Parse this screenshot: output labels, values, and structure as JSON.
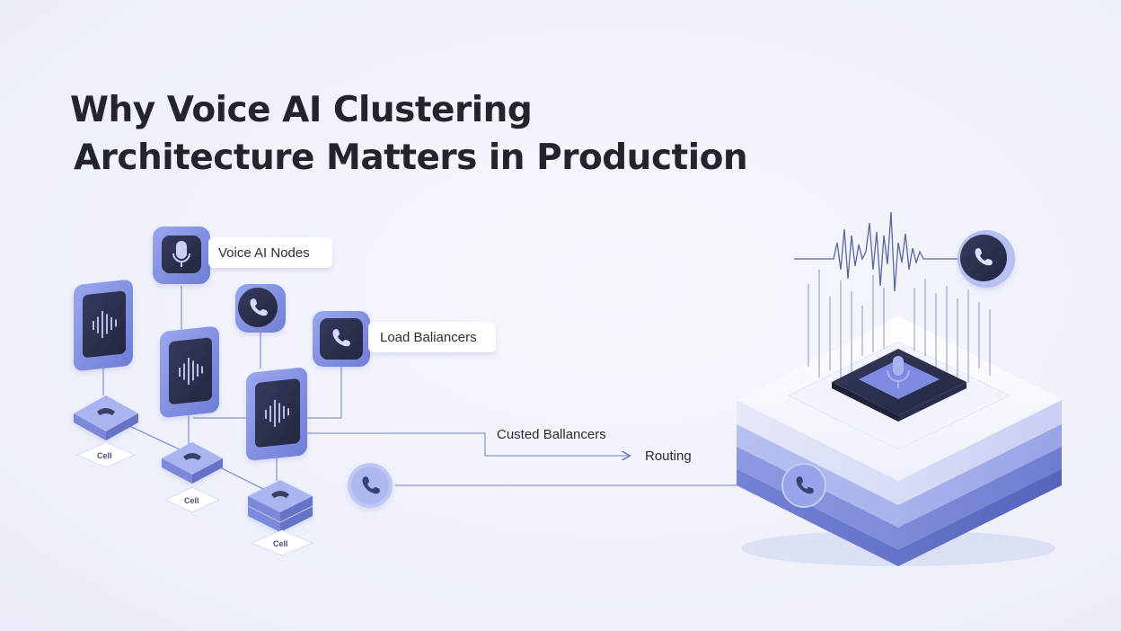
{
  "title": {
    "line1": "Why Voice AI Clustering",
    "line2": "Architecture Matters in Production"
  },
  "labels": {
    "voice_ai_nodes": "Voice AI Nodes",
    "load_balancers": "Load Baliancers",
    "custed_balancers": "Custed Ballancers",
    "routing": "Routing"
  },
  "cells": [
    "Cell",
    "Cell",
    "Cell"
  ],
  "icons": {
    "mic": "microphone-icon",
    "phone": "phone-icon",
    "waveform": "waveform-icon"
  },
  "colors": {
    "accent": "#7e8ce2",
    "accent_dark": "#5f6dc8",
    "tile_dark": "#2c3050",
    "background": "#f1f3fb",
    "text": "#23242d"
  }
}
